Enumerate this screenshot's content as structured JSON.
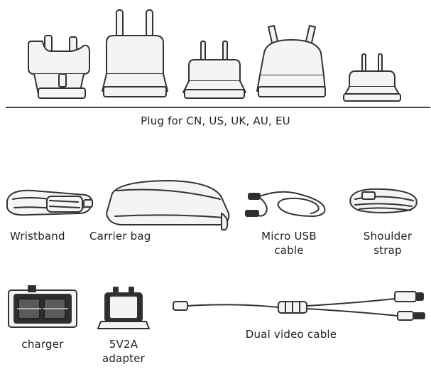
{
  "plugs": {
    "caption": "Plug for CN, US, UK, AU, EU"
  },
  "accessories": {
    "wristband": "Wristband",
    "carrier_bag": "Carrier bag",
    "micro_usb": [
      "Micro USB",
      "cable"
    ],
    "shoulder_strap": [
      "Shoulder",
      "strap"
    ],
    "charger": "charger",
    "adapter": [
      "5V2A",
      "adapter"
    ],
    "dual_video_cable": "Dual video cable"
  },
  "colors": {
    "line": "#333333",
    "fill_light": "#f2f2f2",
    "fill_dark": "#2e2e2e"
  }
}
